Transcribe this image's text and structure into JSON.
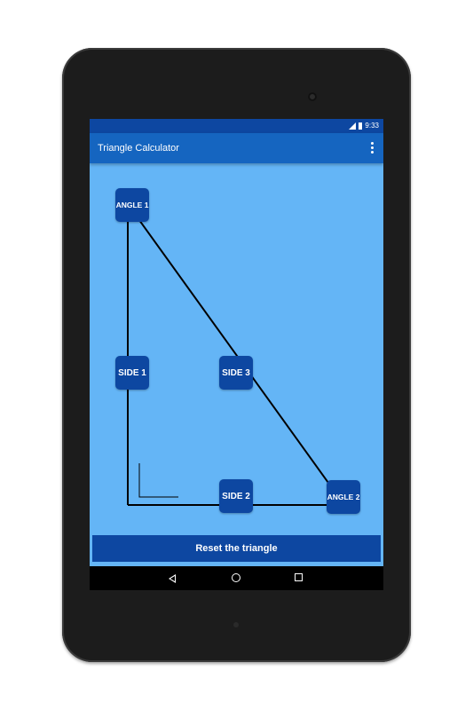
{
  "status_bar": {
    "time": "9:33"
  },
  "app_bar": {
    "title": "Triangle Calculator"
  },
  "triangle": {
    "angle_1": "ANGLE 1",
    "angle_2": "ANGLE 2",
    "side_1": "SIDE 1",
    "side_2": "SIDE 2",
    "side_3": "SIDE 3"
  },
  "reset_button": "Reset the triangle",
  "colors": {
    "primary_dark": "#0d47a1",
    "primary": "#1565c0",
    "canvas": "#64b5f6"
  }
}
